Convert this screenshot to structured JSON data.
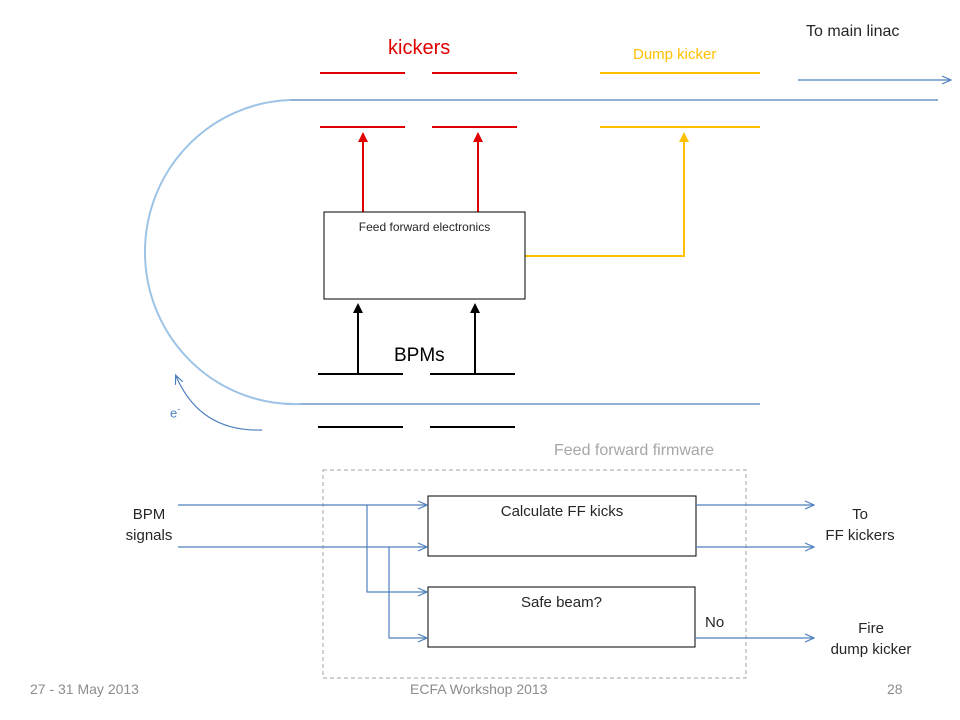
{
  "labels": {
    "to_main_linac": "To main linac",
    "kickers": "kickers",
    "dump_kicker": "Dump kicker",
    "feed_forward_electronics": "Feed forward electronics",
    "bpms": "BPMs",
    "electron": "e",
    "electron_sup": "-",
    "feed_forward_firmware": "Feed forward firmware",
    "bpm_signals_1": "BPM",
    "bpm_signals_2": "signals",
    "calculate_ff_kicks": "Calculate FF kicks",
    "safe_beam": "Safe beam?",
    "no": "No",
    "to_ff_kickers_1": "To",
    "to_ff_kickers_2": "FF kickers",
    "fire_dump_kicker_1": "Fire",
    "fire_dump_kicker_2": "dump kicker"
  },
  "footer": {
    "date": "27 - 31 May 2013",
    "event": "ECFA Workshop 2013",
    "page": "28"
  },
  "colors": {
    "kicker_red": "#e00000",
    "dump_yellow": "#ffc000",
    "beam_blue": "#4f81bd",
    "firmware_gray": "#a6a6a6",
    "ring_blue": "#9dc3e6",
    "text_dark": "#262626"
  }
}
